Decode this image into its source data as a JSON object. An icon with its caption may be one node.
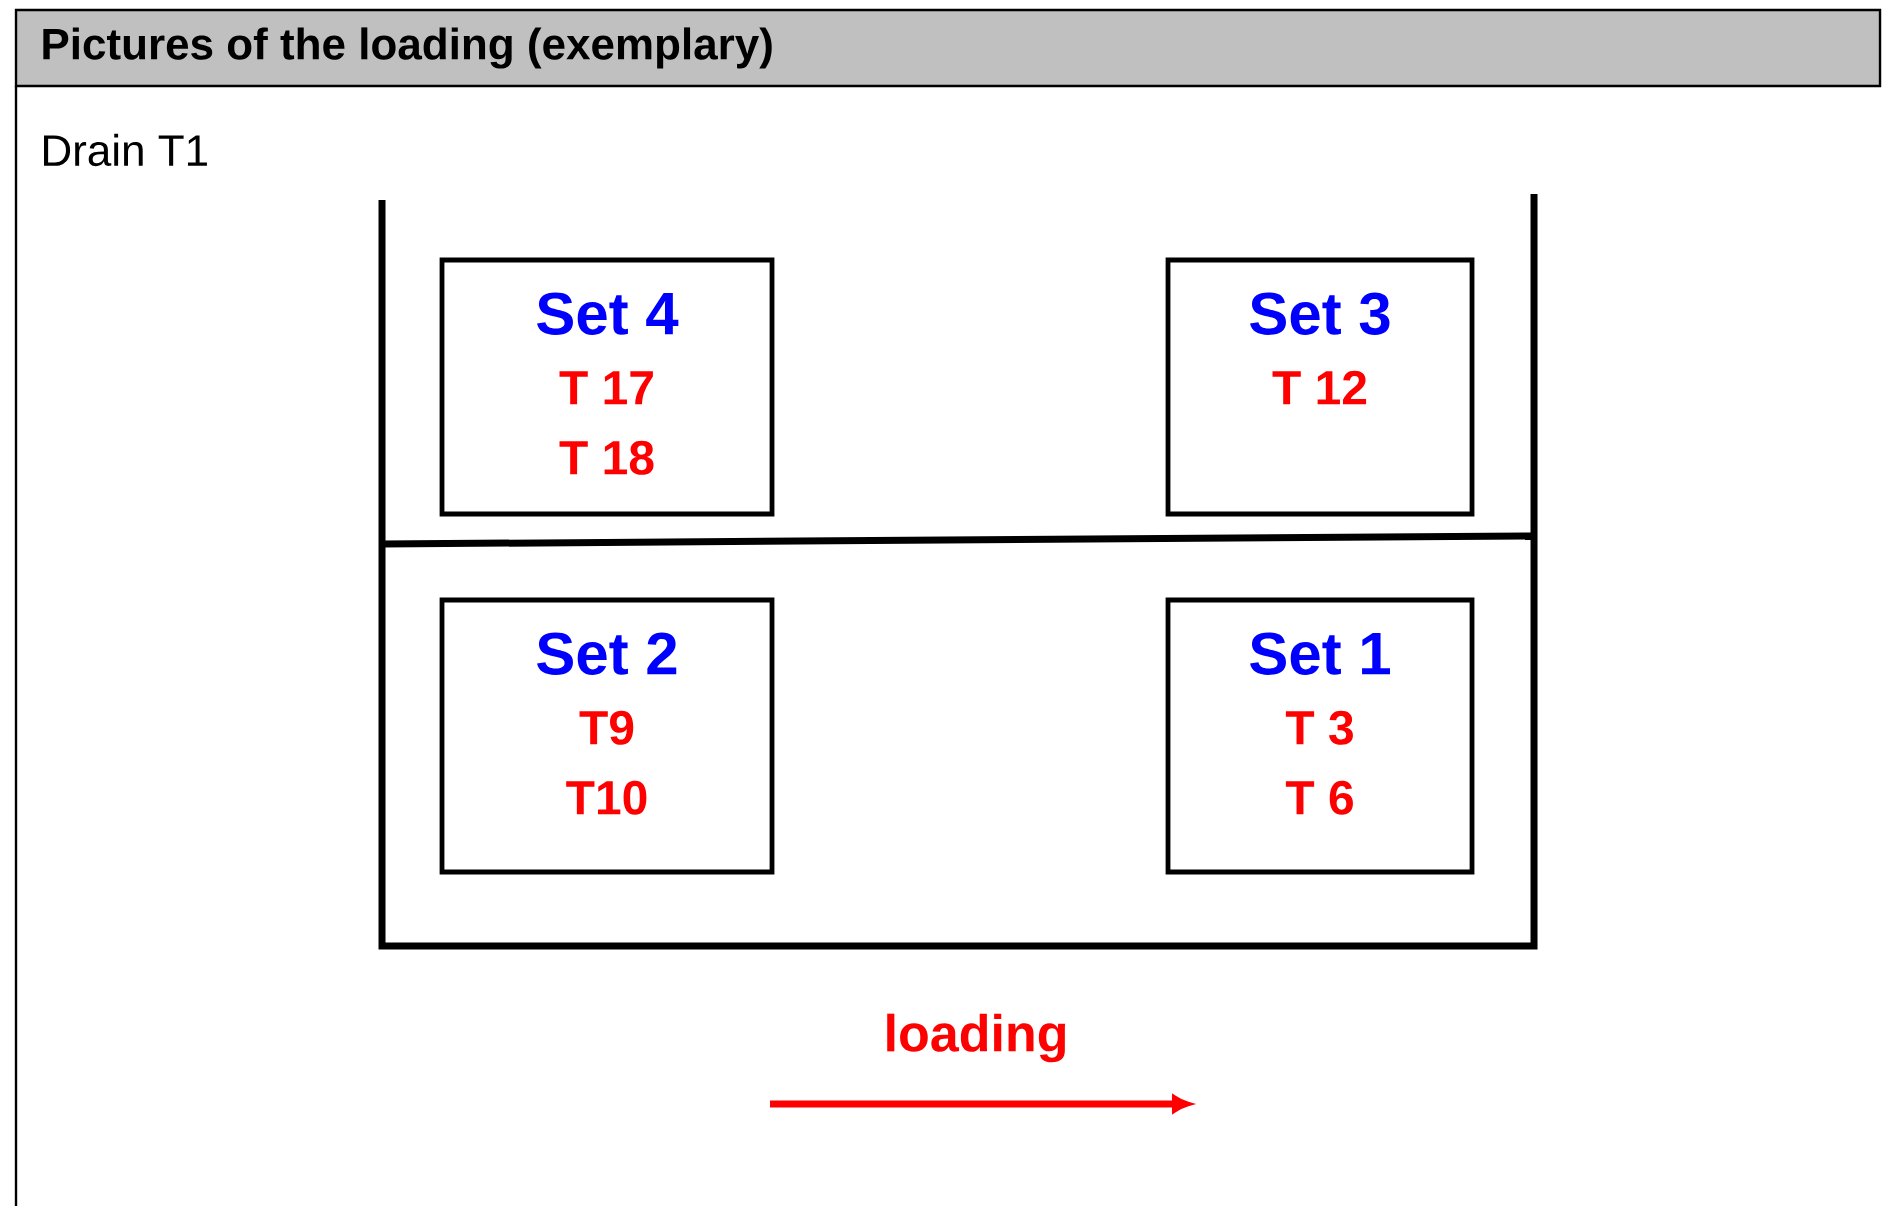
{
  "diagram": {
    "title": "Pictures of the loading (exemplary)",
    "nodes": [
      {
        "text": [
          "Set 4",
          "T 17",
          "T 18"
        ]
      },
      {
        "text": [
          "Set 3",
          "T 12"
        ]
      },
      {
        "text": [
          "Set 2",
          "T9",
          "T10"
        ]
      },
      {
        "text": [
          "Set 1",
          "T 3",
          "T 6"
        ]
      }
    ],
    "labels": [
      "Drain T1",
      "loading"
    ]
  }
}
